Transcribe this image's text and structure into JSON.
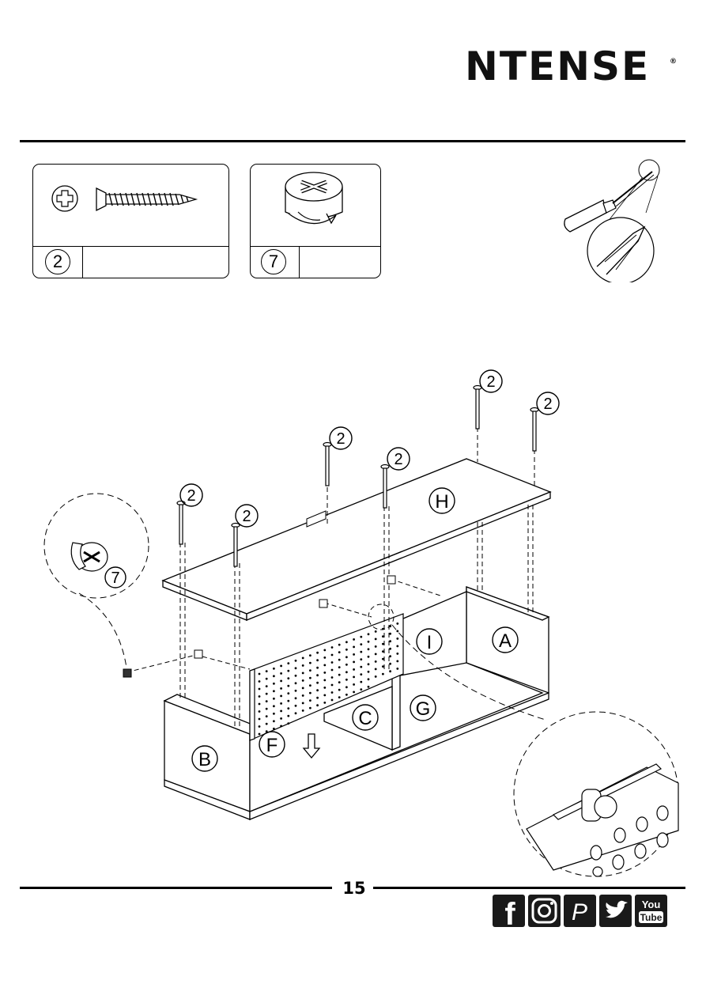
{
  "header": {
    "brand": "NTENSE",
    "registered_mark": "®"
  },
  "parts": [
    {
      "id": "2",
      "label": "2",
      "name_icon": "flat-head-screw-icon",
      "quantity": ""
    },
    {
      "id": "7",
      "label": "7",
      "name_icon": "cam-lock-fitting-icon",
      "quantity": ""
    }
  ],
  "tool": {
    "icon": "phillips-screwdriver-icon"
  },
  "diagram": {
    "panel_labels": [
      "H",
      "I",
      "A",
      "G",
      "C",
      "B",
      "F"
    ],
    "screw_callout": "2",
    "cam_callout": "7",
    "direction_icon": "down-arrow-icon"
  },
  "footer": {
    "page_number": "15",
    "social": [
      {
        "name": "facebook-icon",
        "glyph": "f"
      },
      {
        "name": "instagram-icon",
        "glyph": ""
      },
      {
        "name": "pinterest-icon",
        "glyph": "P"
      },
      {
        "name": "twitter-icon",
        "glyph": ""
      },
      {
        "name": "youtube-icon",
        "line1": "You",
        "line2": "Tube"
      }
    ]
  }
}
